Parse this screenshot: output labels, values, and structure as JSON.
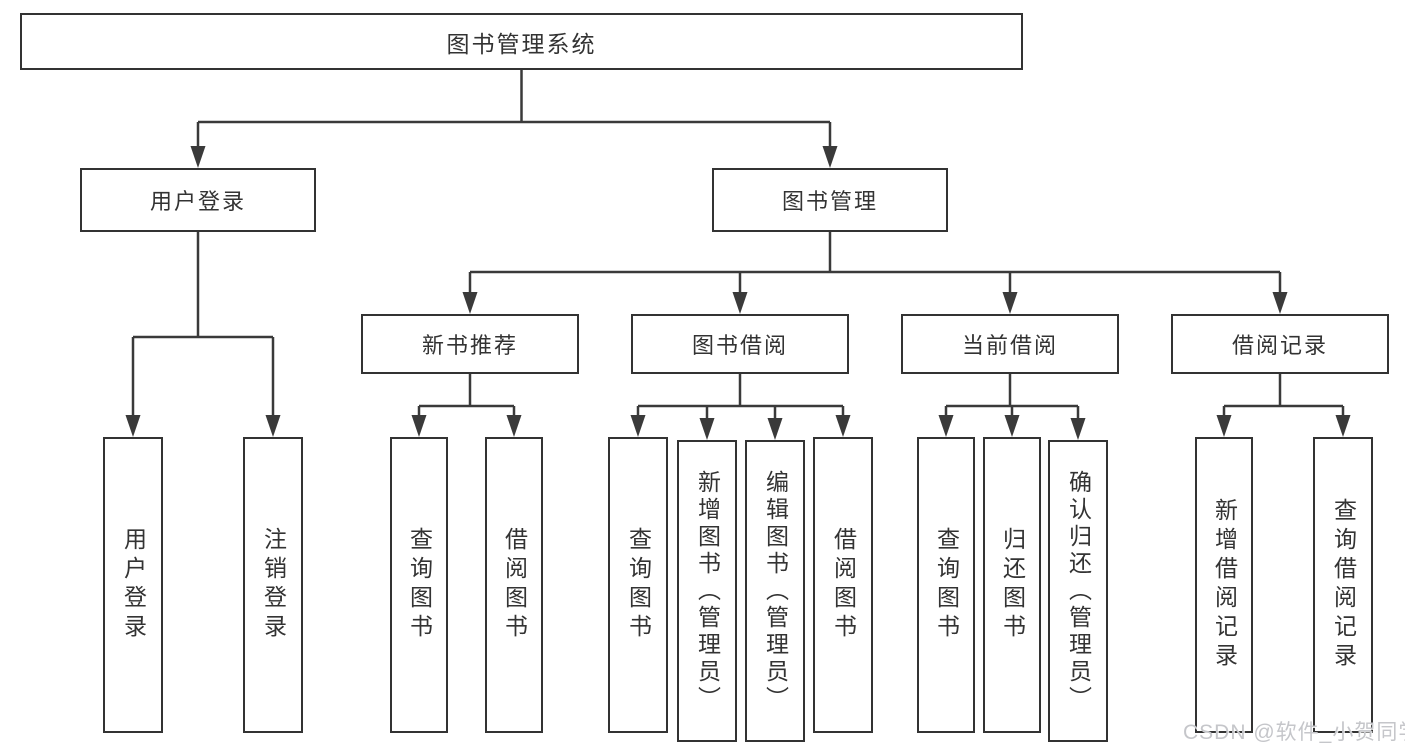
{
  "diagram": {
    "root": {
      "label": "图书管理系统"
    },
    "level1": [
      {
        "id": "user-login",
        "label": "用户登录"
      },
      {
        "id": "book-management",
        "label": "图书管理"
      }
    ],
    "level2": [
      {
        "id": "new-book-recommend",
        "label": "新书推荐"
      },
      {
        "id": "book-borrow",
        "label": "图书借阅"
      },
      {
        "id": "current-borrow",
        "label": "当前借阅"
      },
      {
        "id": "borrow-records",
        "label": "借阅记录"
      }
    ],
    "leaves": [
      {
        "id": "user-login-leaf",
        "label": "用户登录",
        "parent": "用户登录"
      },
      {
        "id": "logout",
        "label": "注销登录",
        "parent": "用户登录"
      },
      {
        "id": "query-books-1",
        "label": "查询图书",
        "parent": "新书推荐"
      },
      {
        "id": "borrow-books-1",
        "label": "借阅图书",
        "parent": "新书推荐"
      },
      {
        "id": "query-books-2",
        "label": "查询图书",
        "parent": "图书借阅"
      },
      {
        "id": "add-books-admin",
        "label": "新增图书（管理员）",
        "parent": "图书借阅"
      },
      {
        "id": "edit-books-admin",
        "label": "编辑图书（管理员）",
        "parent": "图书借阅"
      },
      {
        "id": "borrow-books-2",
        "label": "借阅图书",
        "parent": "图书借阅"
      },
      {
        "id": "query-books-3",
        "label": "查询图书",
        "parent": "当前借阅"
      },
      {
        "id": "return-books",
        "label": "归还图书",
        "parent": "当前借阅"
      },
      {
        "id": "confirm-return-admin",
        "label": "确认归还（管理员）",
        "parent": "当前借阅"
      },
      {
        "id": "add-borrow-record",
        "label": "新增借阅记录",
        "parent": "借阅记录"
      },
      {
        "id": "query-borrow-record",
        "label": "查询借阅记录",
        "parent": "借阅记录"
      }
    ]
  },
  "watermark": {
    "text": "CSDN @软件_小贺同学"
  },
  "colors": {
    "line": "#3a3a3a",
    "border": "#333333",
    "text": "#333333",
    "watermark": "#c5c6ca",
    "background": "#ffffff"
  }
}
